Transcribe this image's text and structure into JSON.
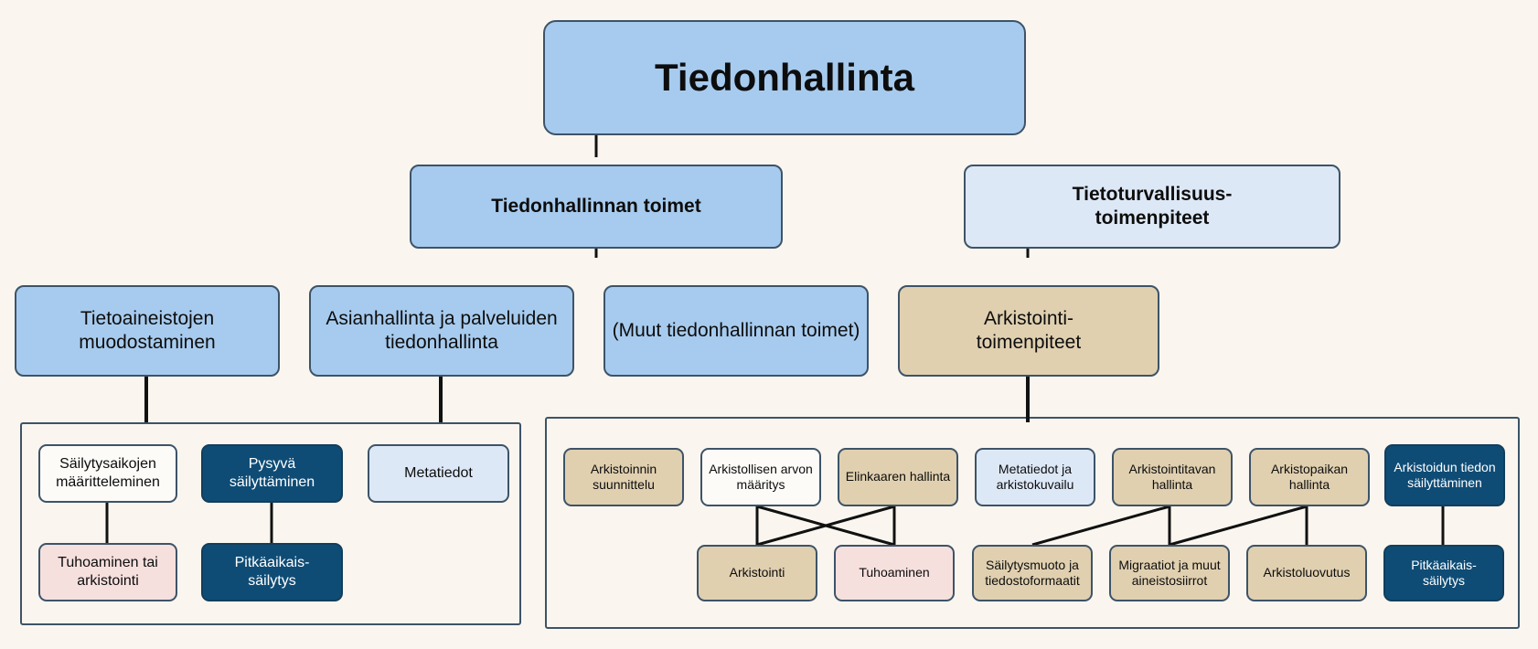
{
  "diagram": {
    "title": "Tiedonhallinta",
    "background_color": "#faf6ef",
    "palette": {
      "blue": "#a7cbee",
      "light_blue": "#dde8f7",
      "navy": "#0f4c75",
      "tan": "#e0d0b0",
      "white": "#fcfbf8",
      "pink": "#f6e0de",
      "border": "#3d5368"
    }
  },
  "root": {
    "label": "Tiedonhallinta"
  },
  "level2": [
    {
      "label": "Tiedonhallinnan toimet"
    },
    {
      "label": "Tietoturvallisuus-\ntoimenpiteet"
    }
  ],
  "level3": [
    {
      "label": "Tietoaineistojen muodostaminen"
    },
    {
      "label": "Asianhallinta ja palveluiden tiedonhallinta"
    },
    {
      "label": "(Muut tiedonhallinnan toimet)"
    },
    {
      "label": "Arkistointi-\ntoimenpiteet"
    }
  ],
  "left_group": {
    "row1": [
      {
        "label": "Säilytysaikojen määritteleminen"
      },
      {
        "label": "Pysyvä säilyttäminen"
      },
      {
        "label": "Metatiedot"
      }
    ],
    "row2": [
      {
        "label": "Tuhoaminen tai arkistointi"
      },
      {
        "label": "Pitkäaikais-\nsäilytys"
      }
    ]
  },
  "right_group": {
    "row1": [
      {
        "label": "Arkistoinnin suunnittelu"
      },
      {
        "label": "Arkistollisen arvon määritys"
      },
      {
        "label": "Elinkaaren hallinta"
      },
      {
        "label": "Metatiedot ja arkistokuvailu"
      },
      {
        "label": "Arkistointitavan hallinta"
      },
      {
        "label": "Arkistopaikan hallinta"
      },
      {
        "label": "Arkistoidun tiedon säilyttäminen"
      }
    ],
    "row2": [
      {
        "label": "Arkistointi"
      },
      {
        "label": "Tuhoaminen"
      },
      {
        "label": "Säilytysmuoto ja tiedostoformaatit"
      },
      {
        "label": "Migraatiot ja muut aineistosiirrot"
      },
      {
        "label": "Arkistoluovutus"
      },
      {
        "label": "Pitkäaikais-\nsäilytys"
      }
    ]
  }
}
